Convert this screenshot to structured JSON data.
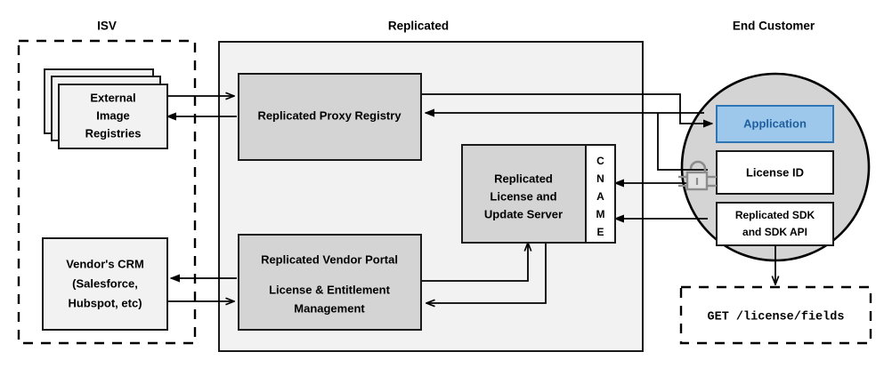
{
  "zones": {
    "isv": {
      "title": "ISV",
      "boundary": "dashed"
    },
    "replicated": {
      "title": "Replicated",
      "boundary": "solid-filled"
    },
    "end_customer": {
      "title": "End Customer",
      "boundary": "none"
    }
  },
  "nodes": {
    "external_image_registries": {
      "label_lines": [
        "External",
        "Image",
        "Registries"
      ],
      "style": "stacked-white"
    },
    "vendors_crm": {
      "label_lines": [
        "Vendor's CRM",
        "(Salesforce,",
        "Hubspot, etc)"
      ],
      "style": "white"
    },
    "proxy_registry": {
      "label_lines": [
        "Replicated Proxy Registry"
      ],
      "style": "gray"
    },
    "license_update_server": {
      "label_lines": [
        "Replicated",
        "License and",
        "Update Server"
      ],
      "style": "gray"
    },
    "cname": {
      "label": "CNAME",
      "letters": [
        "C",
        "N",
        "A",
        "M",
        "E"
      ],
      "style": "white-vertical"
    },
    "vendor_portal": {
      "label_lines": [
        "Replicated Vendor Portal",
        "License & Entitlement",
        "Management"
      ],
      "style": "gray"
    },
    "application": {
      "label_lines": [
        "Application"
      ],
      "style": "blue"
    },
    "license_id": {
      "label_lines": [
        "License ID"
      ],
      "style": "white"
    },
    "replicated_sdk": {
      "label_lines": [
        "Replicated SDK",
        "and SDK API"
      ],
      "style": "white"
    },
    "api_call": {
      "label": "GET /license/fields",
      "style": "dashed-mono"
    },
    "customer_circle": {
      "style": "gray-circle"
    },
    "unlock_icon": {
      "name": "unlock-icon"
    }
  },
  "colors": {
    "gray_box_fill": "#d4d4d4",
    "white_box_fill": "#f2f2f2",
    "container_fill": "#f2f2f2",
    "circle_fill": "#d4d4d4",
    "app_fill": "#9dc8ec",
    "app_stroke": "#2e75b6",
    "app_text": "#1f5f9e",
    "stroke": "#1a1a1a",
    "lock": "#8c8c8c"
  }
}
